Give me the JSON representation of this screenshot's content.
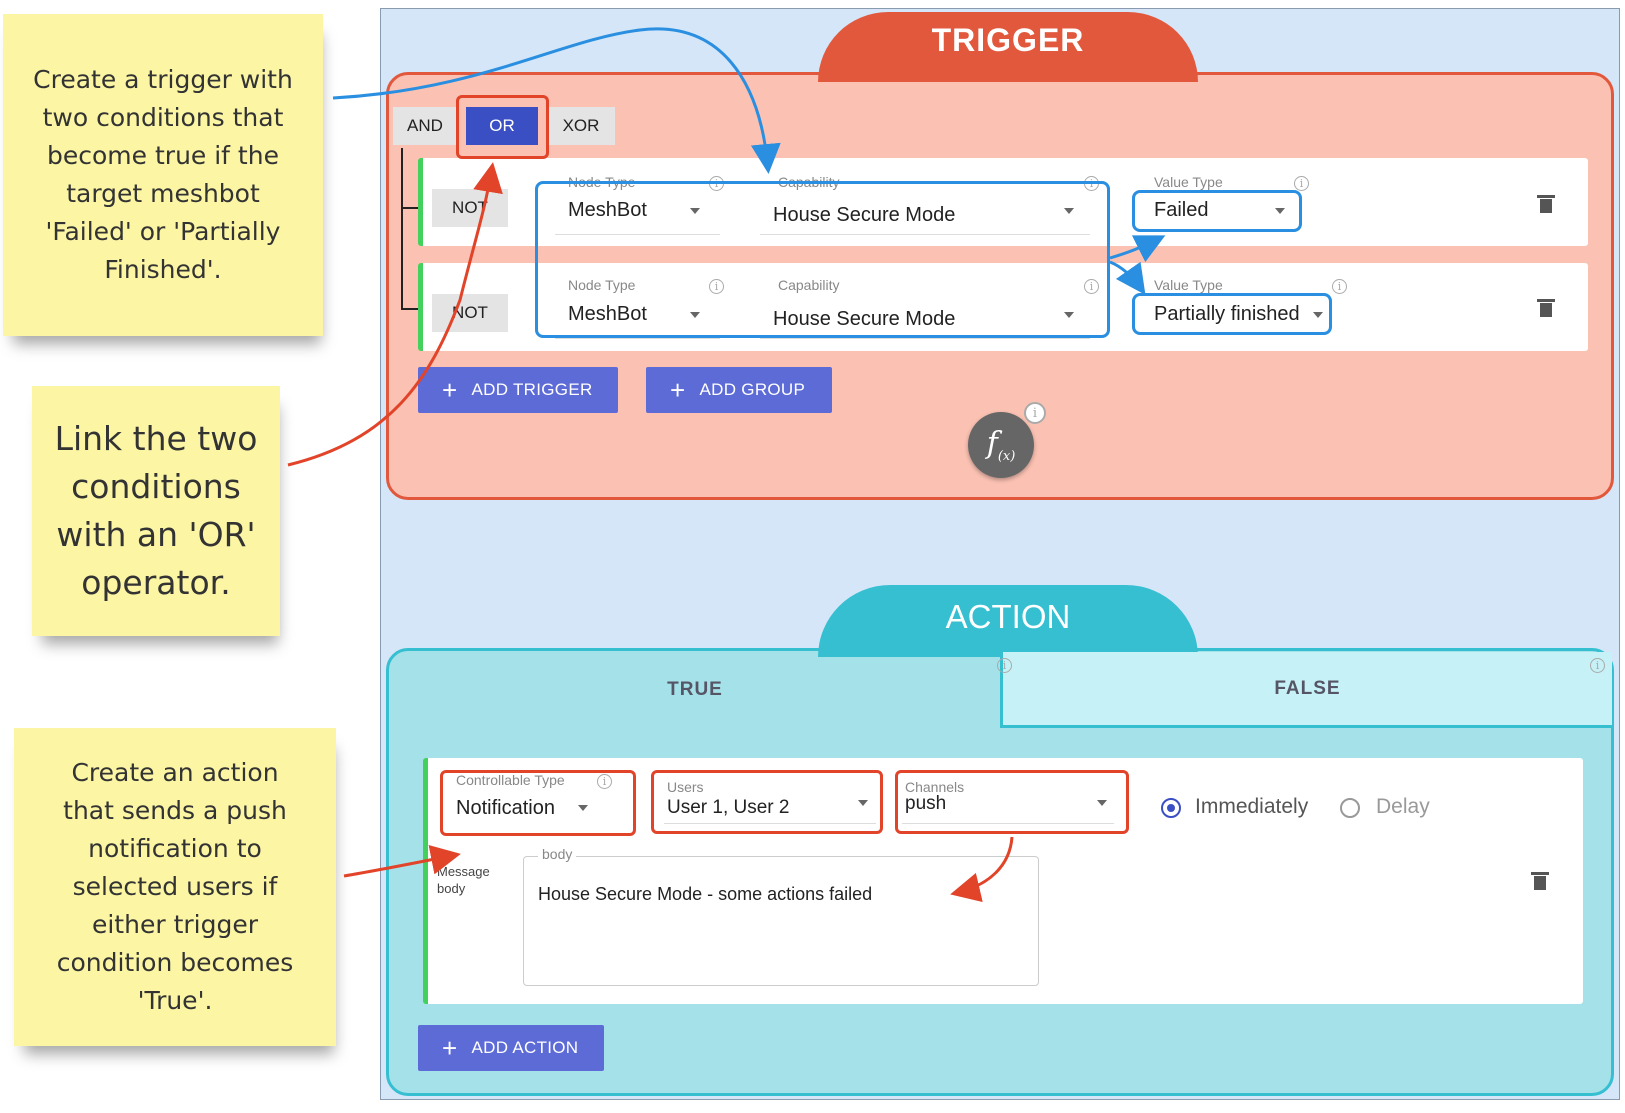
{
  "notes": {
    "note1": "Create a trigger with\ntwo conditions that\nbecome true if the\ntarget meshbot\n'Failed' or 'Partially\nFinished'.",
    "note2": "Link the two\nconditions\nwith an 'OR'\noperator.",
    "note3": "Create an action\nthat sends a push\nnotification to\nselected users if\neither trigger\ncondition becomes\n'True'."
  },
  "trigger": {
    "title": "TRIGGER",
    "operators": [
      "AND",
      "OR",
      "XOR"
    ],
    "selected_operator": "OR",
    "rows": [
      {
        "not_label": "NOT",
        "node_type_label": "Node Type",
        "node_type_value": "MeshBot",
        "capability_label": "Capability",
        "capability_value": "House Secure Mode",
        "value_type_label": "Value Type",
        "value_type_value": "Failed"
      },
      {
        "not_label": "NOT",
        "node_type_label": "Node Type",
        "node_type_value": "MeshBot",
        "capability_label": "Capability",
        "capability_value": "House Secure Mode",
        "value_type_label": "Value Type",
        "value_type_value": "Partially finished"
      }
    ],
    "add_trigger_label": "ADD TRIGGER",
    "add_group_label": "ADD GROUP",
    "fx_label": "f(x)"
  },
  "action": {
    "title": "ACTION",
    "tab_true": "TRUE",
    "tab_false": "FALSE",
    "controllable_type_label": "Controllable Type",
    "controllable_type_value": "Notification",
    "users_label": "Users",
    "users_value": "User 1, User 2",
    "channels_label": "Channels",
    "channels_value": "push",
    "immediately_label": "Immediately",
    "delay_label": "Delay",
    "timing_selected": "Immediately",
    "message_label": "Message body",
    "body_label": "body",
    "body_value": "House Secure Mode - some actions failed",
    "add_action_label": "ADD ACTION"
  },
  "colors": {
    "trigger_accent": "#e2583d",
    "action_accent": "#35bfd1",
    "selected_operator": "#3b4fc4",
    "add_button": "#5d6bd6",
    "highlight_red": "#e2442a",
    "highlight_blue": "#2a8fe0",
    "note_yellow": "#fbf5a4"
  },
  "icons": [
    "plus-icon",
    "trash-icon",
    "info-icon",
    "dropdown-caret-icon",
    "radio-icon"
  ]
}
